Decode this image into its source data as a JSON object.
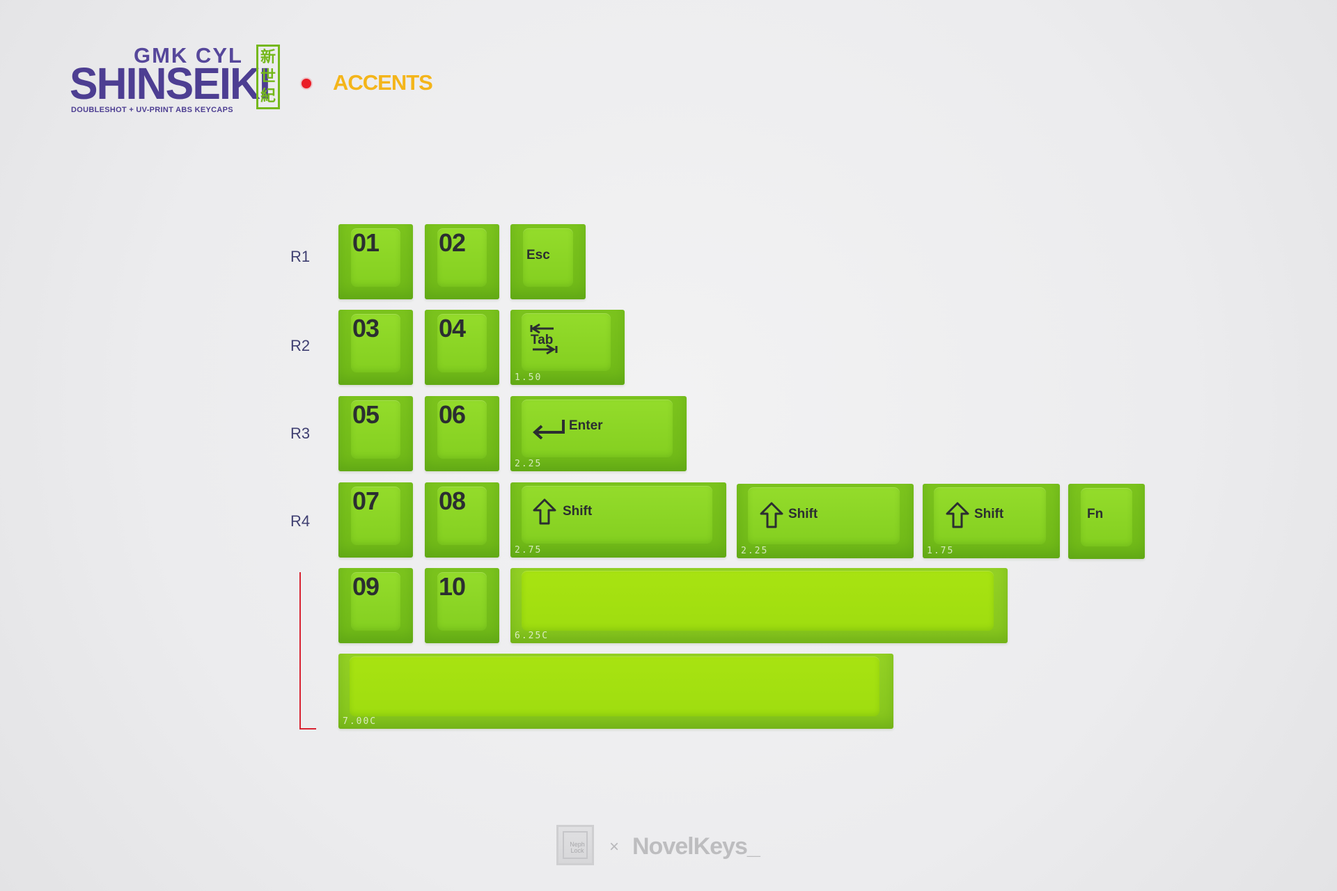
{
  "header": {
    "series_label": "GMK CYL",
    "title": "SHINSEIKI",
    "subtitle": "DOUBLESHOT + UV-PRINT ABS KEYCAPS",
    "kanji": "新世紀",
    "kit_name": "ACCENTS"
  },
  "rows": {
    "r1": "R1",
    "r2": "R2",
    "r3": "R3",
    "r4": "R4"
  },
  "keycaps": {
    "k01": "01",
    "k02": "02",
    "esc": "Esc",
    "k03": "03",
    "k04": "04",
    "tab": "Tab",
    "tab_size": "1.50",
    "k05": "05",
    "k06": "06",
    "enter": "Enter",
    "enter_size": "2.25",
    "k07": "07",
    "k08": "08",
    "shift": "Shift",
    "shift1_size": "2.75",
    "shift2_size": "2.25",
    "shift3_size": "1.75",
    "fn": "Fn",
    "k09": "09",
    "k10": "10",
    "space1_size": "6.25C",
    "space2_size": "7.00C"
  },
  "footer": {
    "partner_logo_text": "Neph Lock",
    "separator": "×",
    "brand": "NovelKeys_"
  },
  "colors": {
    "brand_purple": "#4d3e92",
    "accent_green": "#75b81b",
    "accent_orange": "#f4b51a",
    "dot_red": "#ea1c26"
  },
  "icons": {
    "tab": "tab-arrows-icon",
    "enter": "enter-arrow-icon",
    "shift": "shift-arrow-icon"
  }
}
